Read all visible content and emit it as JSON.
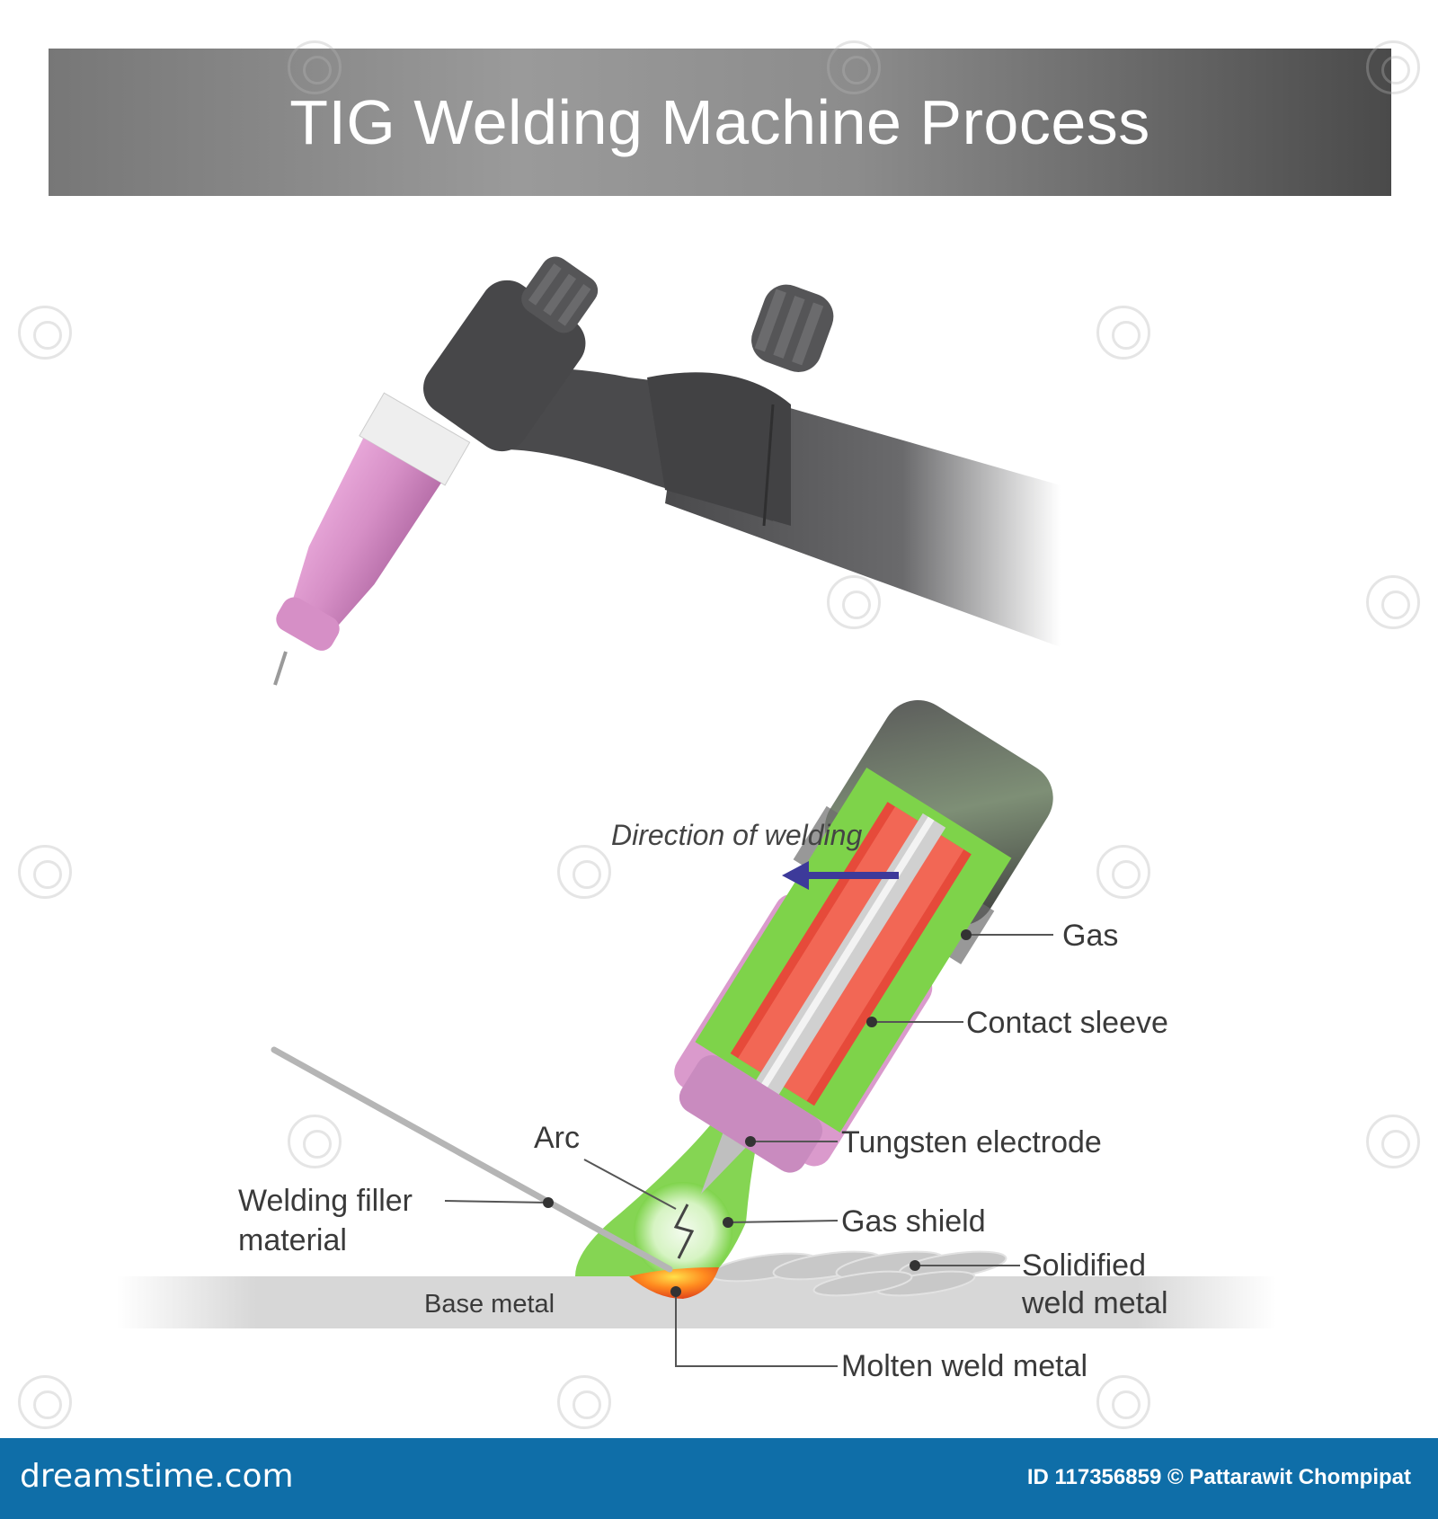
{
  "title": "TIG Welding Machine Process",
  "labels": {
    "direction": "Direction of welding",
    "gas": "Gas",
    "contact_sleeve": "Contact sleeve",
    "tungsten_electrode": "Tungsten electrode",
    "arc": "Arc",
    "gas_shield": "Gas shield",
    "filler_line1": "Welding filler",
    "filler_line2": "material",
    "solidified_line1": "Solidified",
    "solidified_line2": "weld metal",
    "base_metal": "Base metal",
    "molten": "Molten weld metal"
  },
  "footer": {
    "logo": "dreamstime.com",
    "credit": "ID 117356859 © Pattarawit Chompipat"
  },
  "colors": {
    "title_bar": "#8a8a8a",
    "footer": "#0f6ea8",
    "torch_body": "#4a4a4c",
    "nozzle": "#d68fc6",
    "gas_green": "#7ed34a",
    "contact_red": "#e64a3a",
    "arrow": "#3d3a9a"
  }
}
